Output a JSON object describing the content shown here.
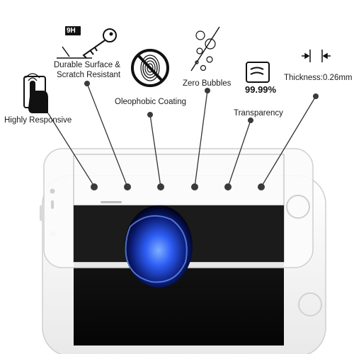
{
  "features": [
    {
      "id": "responsive",
      "label": "Highly Responsive",
      "icon": "touch-finger-icon"
    },
    {
      "id": "durable",
      "label_line1": "Durable Surface &",
      "label_line2": "Scratch Resistant",
      "badge": "9H",
      "icon": "key-scratch-icon"
    },
    {
      "id": "oleophobic",
      "label": "Oleophobic Coating",
      "icon": "no-fingerprint-icon"
    },
    {
      "id": "bubbles",
      "label": "Zero Bubbles",
      "icon": "bubbles-icon"
    },
    {
      "id": "transparency",
      "label": "Transparency",
      "value": "99.99%",
      "icon": "transparency-icon"
    },
    {
      "id": "thickness",
      "label": "Thickness:0.26mm",
      "icon": "thickness-arrows-icon"
    }
  ],
  "colors": {
    "line": "#333333",
    "dot": "#3a3a3a",
    "phone_frame": "#f4f4f4",
    "screen": "#111111",
    "glow": "#2f63ff"
  }
}
